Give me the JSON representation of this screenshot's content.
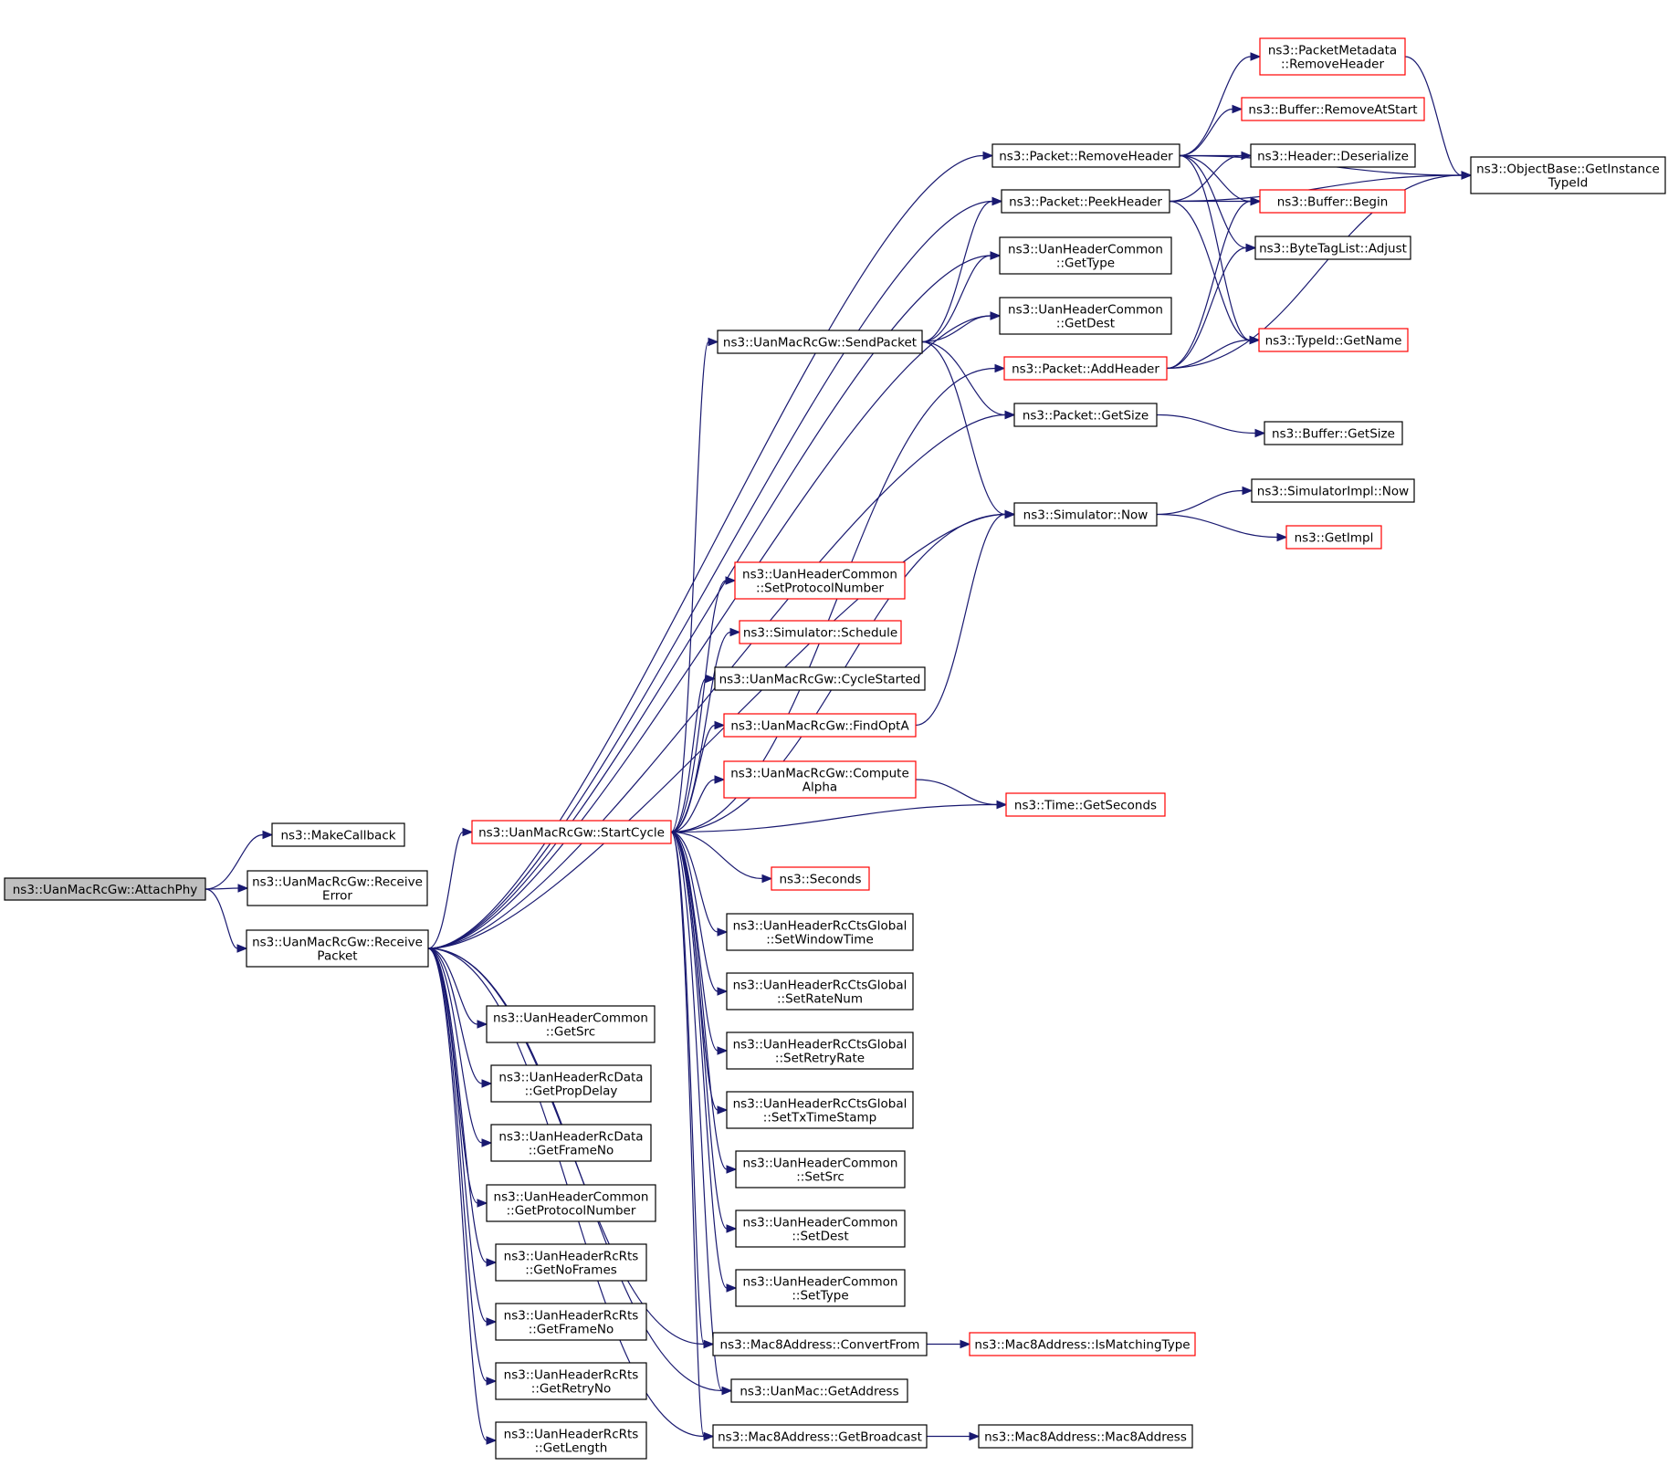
{
  "graph": {
    "nodes": [
      {
        "id": "attach",
        "label": [
          "ns3::UanMacRcGw::AttachPhy"
        ],
        "style": "root"
      },
      {
        "id": "makecb",
        "label": [
          "ns3::MakeCallback"
        ],
        "style": "black"
      },
      {
        "id": "recverr",
        "label": [
          "ns3::UanMacRcGw::Receive",
          "Error"
        ],
        "style": "black"
      },
      {
        "id": "recvpkt",
        "label": [
          "ns3::UanMacRcGw::Receive",
          "Packet"
        ],
        "style": "black"
      },
      {
        "id": "startcycle",
        "label": [
          "ns3::UanMacRcGw::StartCycle"
        ],
        "style": "red"
      },
      {
        "id": "hcgetsrc",
        "label": [
          "ns3::UanHeaderCommon",
          "::GetSrc"
        ],
        "style": "black"
      },
      {
        "id": "rdprop",
        "label": [
          "ns3::UanHeaderRcData",
          "::GetPropDelay"
        ],
        "style": "black"
      },
      {
        "id": "rdframe",
        "label": [
          "ns3::UanHeaderRcData",
          "::GetFrameNo"
        ],
        "style": "black"
      },
      {
        "id": "hcproto",
        "label": [
          "ns3::UanHeaderCommon",
          "::GetProtocolNumber"
        ],
        "style": "black"
      },
      {
        "id": "rtsnoframes",
        "label": [
          "ns3::UanHeaderRcRts",
          "::GetNoFrames"
        ],
        "style": "black"
      },
      {
        "id": "rtsframe",
        "label": [
          "ns3::UanHeaderRcRts",
          "::GetFrameNo"
        ],
        "style": "black"
      },
      {
        "id": "rtsretry",
        "label": [
          "ns3::UanHeaderRcRts",
          "::GetRetryNo"
        ],
        "style": "black"
      },
      {
        "id": "rtslen",
        "label": [
          "ns3::UanHeaderRcRts",
          "::GetLength"
        ],
        "style": "black"
      },
      {
        "id": "sendpkt",
        "label": [
          "ns3::UanMacRcGw::SendPacket"
        ],
        "style": "black"
      },
      {
        "id": "setproto",
        "label": [
          "ns3::UanHeaderCommon",
          "::SetProtocolNumber"
        ],
        "style": "red"
      },
      {
        "id": "schedule",
        "label": [
          "ns3::Simulator::Schedule"
        ],
        "style": "red"
      },
      {
        "id": "cyclestarted",
        "label": [
          "ns3::UanMacRcGw::CycleStarted"
        ],
        "style": "black"
      },
      {
        "id": "findopta",
        "label": [
          "ns3::UanMacRcGw::FindOptA"
        ],
        "style": "red"
      },
      {
        "id": "computealpha",
        "label": [
          "ns3::UanMacRcGw::Compute",
          "Alpha"
        ],
        "style": "red"
      },
      {
        "id": "seconds",
        "label": [
          "ns3::Seconds"
        ],
        "style": "red"
      },
      {
        "id": "ctswindow",
        "label": [
          "ns3::UanHeaderRcCtsGlobal",
          "::SetWindowTime"
        ],
        "style": "black"
      },
      {
        "id": "ctsrate",
        "label": [
          "ns3::UanHeaderRcCtsGlobal",
          "::SetRateNum"
        ],
        "style": "black"
      },
      {
        "id": "ctsretry",
        "label": [
          "ns3::UanHeaderRcCtsGlobal",
          "::SetRetryRate"
        ],
        "style": "black"
      },
      {
        "id": "ctstx",
        "label": [
          "ns3::UanHeaderRcCtsGlobal",
          "::SetTxTimeStamp"
        ],
        "style": "black"
      },
      {
        "id": "hcsetsrc",
        "label": [
          "ns3::UanHeaderCommon",
          "::SetSrc"
        ],
        "style": "black"
      },
      {
        "id": "hcsetdest",
        "label": [
          "ns3::UanHeaderCommon",
          "::SetDest"
        ],
        "style": "black"
      },
      {
        "id": "hcsettype",
        "label": [
          "ns3::UanHeaderCommon",
          "::SetType"
        ],
        "style": "black"
      },
      {
        "id": "convertfrom",
        "label": [
          "ns3::Mac8Address::ConvertFrom"
        ],
        "style": "black"
      },
      {
        "id": "uanmacaddr",
        "label": [
          "ns3::UanMac::GetAddress"
        ],
        "style": "black"
      },
      {
        "id": "getbroadcast",
        "label": [
          "ns3::Mac8Address::GetBroadcast"
        ],
        "style": "black"
      },
      {
        "id": "removeheader",
        "label": [
          "ns3::Packet::RemoveHeader"
        ],
        "style": "black"
      },
      {
        "id": "peekheader",
        "label": [
          "ns3::Packet::PeekHeader"
        ],
        "style": "black"
      },
      {
        "id": "hcgettype",
        "label": [
          "ns3::UanHeaderCommon",
          "::GetType"
        ],
        "style": "black"
      },
      {
        "id": "hcgetdest",
        "label": [
          "ns3::UanHeaderCommon",
          "::GetDest"
        ],
        "style": "black"
      },
      {
        "id": "addheader",
        "label": [
          "ns3::Packet::AddHeader"
        ],
        "style": "red"
      },
      {
        "id": "pktgetsize",
        "label": [
          "ns3::Packet::GetSize"
        ],
        "style": "black"
      },
      {
        "id": "simnow",
        "label": [
          "ns3::Simulator::Now"
        ],
        "style": "black"
      },
      {
        "id": "timegetsec",
        "label": [
          "ns3::Time::GetSeconds"
        ],
        "style": "red"
      },
      {
        "id": "ismatching",
        "label": [
          "ns3::Mac8Address::IsMatchingType"
        ],
        "style": "red"
      },
      {
        "id": "mac8ctor",
        "label": [
          "ns3::Mac8Address::Mac8Address"
        ],
        "style": "black"
      },
      {
        "id": "pmremove",
        "label": [
          "ns3::PacketMetadata",
          "::RemoveHeader"
        ],
        "style": "red"
      },
      {
        "id": "bufremove",
        "label": [
          "ns3::Buffer::RemoveAtStart"
        ],
        "style": "red"
      },
      {
        "id": "hdrdeser",
        "label": [
          "ns3::Header::Deserialize"
        ],
        "style": "black"
      },
      {
        "id": "bufbegin",
        "label": [
          "ns3::Buffer::Begin"
        ],
        "style": "red"
      },
      {
        "id": "btladjust",
        "label": [
          "ns3::ByteTagList::Adjust"
        ],
        "style": "black"
      },
      {
        "id": "typeidname",
        "label": [
          "ns3::TypeId::GetName"
        ],
        "style": "red"
      },
      {
        "id": "bufgetsize",
        "label": [
          "ns3::Buffer::GetSize"
        ],
        "style": "black"
      },
      {
        "id": "simimplnow",
        "label": [
          "ns3::SimulatorImpl::Now"
        ],
        "style": "black"
      },
      {
        "id": "getimpl",
        "label": [
          "ns3::GetImpl"
        ],
        "style": "red"
      },
      {
        "id": "objbase",
        "label": [
          "ns3::ObjectBase::GetInstance",
          "TypeId"
        ],
        "style": "black"
      }
    ]
  }
}
